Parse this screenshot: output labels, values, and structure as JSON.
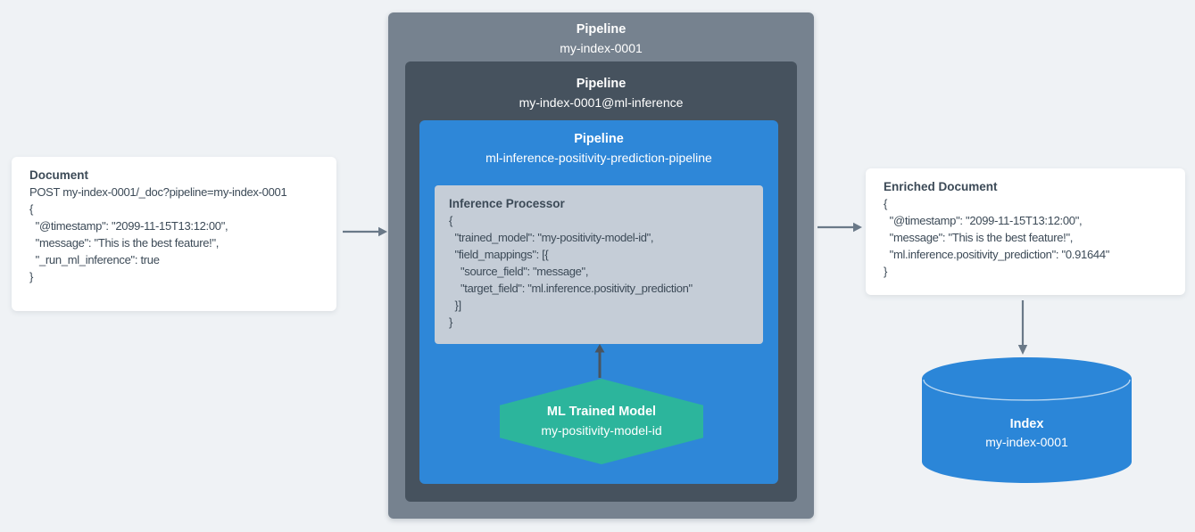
{
  "colors": {
    "background": "#eff2f5",
    "outer_pipeline": "#76828f",
    "inner_pipeline": "#46525e",
    "ml_pipeline": "#2e87d8",
    "processor_box": "#c5cdd7",
    "model_hexagon": "#2cb59c",
    "index_cylinder": "#2b86d8",
    "arrow": "#6a7988",
    "arrow_dark": "#4a545e",
    "text_dark": "#3c4a57",
    "text_light": "#ffffff"
  },
  "source_document": {
    "title": "Document",
    "lines": [
      "POST my-index-0001/_doc?pipeline=my-index-0001",
      "{",
      "  \"@timestamp\": \"2099-11-15T13:12:00\",",
      "  \"message\": \"This is the best feature!\",",
      "  \"_run_ml_inference\": true",
      "}"
    ]
  },
  "outer_pipeline": {
    "label": "Pipeline",
    "name": "my-index-0001"
  },
  "ml_inference_pipeline": {
    "label": "Pipeline",
    "name": "my-index-0001@ml-inference"
  },
  "prediction_pipeline": {
    "label": "Pipeline",
    "name": "ml-inference-positivity-prediction-pipeline"
  },
  "inference_processor": {
    "title": "Inference Processor",
    "lines": [
      "{",
      "  \"trained_model\": \"my-positivity-model-id\",",
      "  \"field_mappings\": [{",
      "    \"source_field\": \"message\",",
      "    \"target_field\": \"ml.inference.positivity_prediction\"",
      "  }]",
      "}"
    ]
  },
  "ml_trained_model": {
    "title": "ML Trained Model",
    "name": "my-positivity-model-id"
  },
  "enriched_document": {
    "title": "Enriched Document",
    "lines": [
      "{",
      "  \"@timestamp\": \"2099-11-15T13:12:00\",",
      "  \"message\": \"This is the best feature!\",",
      "  \"ml.inference.positivity_prediction\": \"0.91644\"",
      "}"
    ]
  },
  "index": {
    "title": "Index",
    "name": "my-index-0001"
  }
}
